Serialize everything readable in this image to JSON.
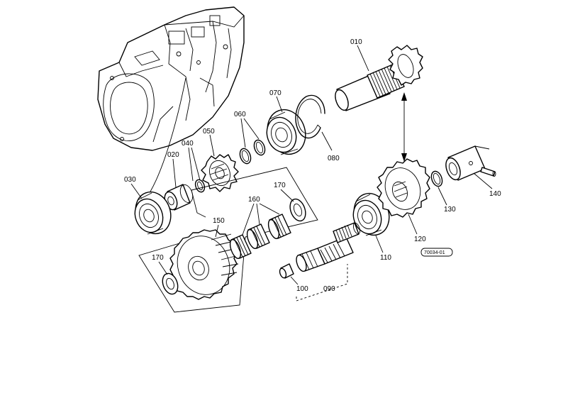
{
  "labels": {
    "p010": "010",
    "p020": "020",
    "p030": "030",
    "p040": "040",
    "p050": "050",
    "p060": "060",
    "p070": "070",
    "p080": "080",
    "p090": "090",
    "p100": "100",
    "p110": "110",
    "p120": "120",
    "p130": "130",
    "p140": "140",
    "p150": "150",
    "p160": "160",
    "p170a": "170",
    "p170b": "170"
  },
  "reference_code": "70034-01"
}
